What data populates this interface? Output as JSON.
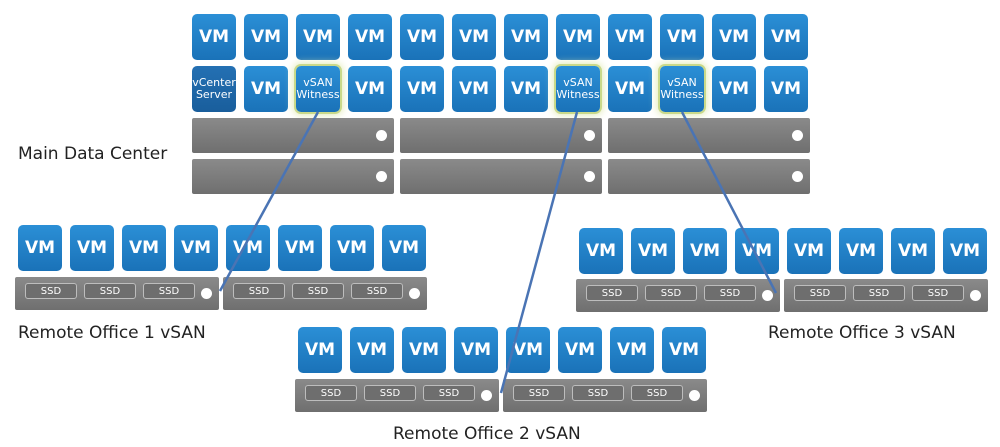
{
  "labels": {
    "main": "Main Data Center",
    "remote1": "Remote Office 1 vSAN",
    "remote2": "Remote Office 2 vSAN",
    "remote3": "Remote Office 3 vSAN"
  },
  "vm_label": "VM",
  "vcenter": [
    "vCenter",
    "Server"
  ],
  "witness": [
    "vSAN",
    "Witness"
  ],
  "ssd_label": "SSD",
  "colors": {
    "vm": "#1f7fc6",
    "server": "#7c7c7c",
    "link": "#4a74b4",
    "glow": "#c9d98a"
  }
}
